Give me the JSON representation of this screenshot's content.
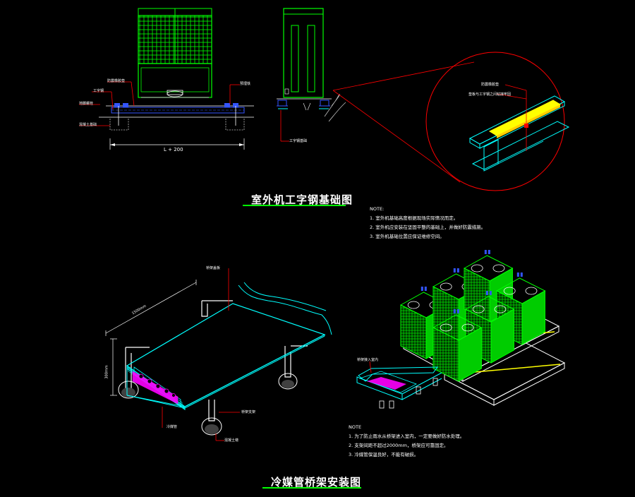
{
  "drawing": {
    "section1": {
      "title": "室外机工字钢基础图",
      "dimension": "L + 200",
      "labels": {
        "shock_pad": "防震橡胶垫",
        "i_beam": "工字钢",
        "anchor_bolt": "地脚螺栓",
        "embedded": "预埋铁",
        "concrete": "混凝土基础",
        "i_beam_side": "工字钢基础",
        "rubber_pad": "防震橡胶垫",
        "weld_note": "垫板与工字钢之间粘接牢固"
      },
      "notes": {
        "heading": "NOTE:",
        "items": [
          "1. 室外机基础高度根据现场实际情况而定。",
          "2. 室外机应安装在坚固平整的基础上，并做好防震措施。",
          "3. 室外机基础位置应保证维修空间。"
        ]
      }
    },
    "section2": {
      "title": "冷媒管桥架安装图",
      "labels": {
        "cover": "桥架盖板",
        "length": "1500mm",
        "height": "300mm",
        "pipe": "冷媒管",
        "support": "桥架支架",
        "base": "混凝土墩",
        "tray_entry": "桥架接入室内"
      },
      "notes": {
        "heading": "NOTE",
        "items": [
          "1. 为了防止雨水从桥架进入室内，一定要做好防水处理。",
          "2. 支架间距不超过2000mm，桥架应可靠固定。",
          "3. 冷媒管保温良好，不能有破损。"
        ]
      }
    },
    "colors": {
      "background": "#000000",
      "green": "#00ff00",
      "cyan": "#00ffff",
      "yellow": "#ffff00",
      "red": "#ff0000",
      "blue": "#3355ff",
      "magenta": "#ff00ff",
      "white": "#ffffff",
      "gray": "#c0c0c0"
    }
  }
}
